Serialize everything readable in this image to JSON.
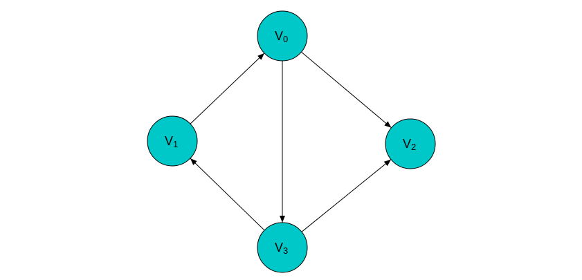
{
  "colors": {
    "node_fill": "#00C8C8",
    "edge": "#000000",
    "text": "#000000"
  },
  "graph": {
    "directed": true,
    "nodes": [
      {
        "id": "v0",
        "label": "V",
        "subscript": "0"
      },
      {
        "id": "v1",
        "label": "V",
        "subscript": "1"
      },
      {
        "id": "v2",
        "label": "V",
        "subscript": "2"
      },
      {
        "id": "v3",
        "label": "V",
        "subscript": "3"
      }
    ],
    "edges": [
      {
        "from": "v1",
        "to": "v0"
      },
      {
        "from": "v0",
        "to": "v2"
      },
      {
        "from": "v0",
        "to": "v3"
      },
      {
        "from": "v3",
        "to": "v1"
      },
      {
        "from": "v3",
        "to": "v2"
      }
    ]
  }
}
